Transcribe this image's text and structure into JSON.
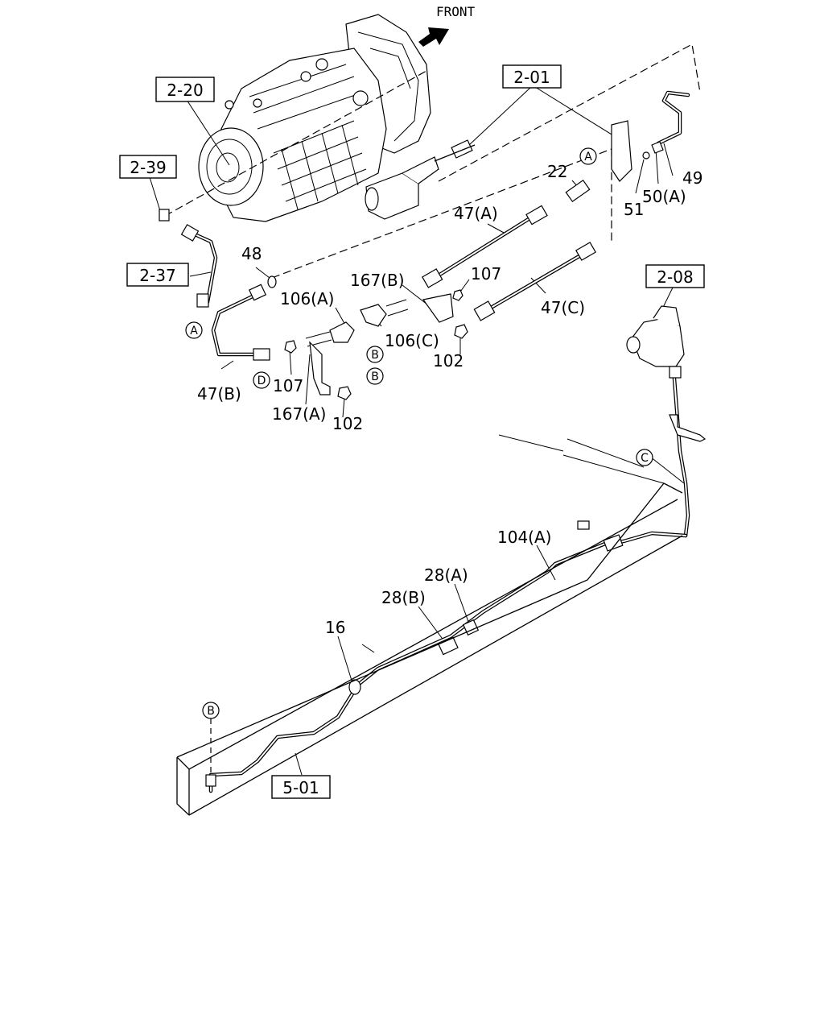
{
  "front_label": "FRONT",
  "ref_boxes": {
    "r2_20": "2-20",
    "r2_39": "2-39",
    "r2_37": "2-37",
    "r2_01": "2-01",
    "r2_08": "2-08",
    "r5_01": "5-01"
  },
  "part_labels": {
    "p22": "22",
    "p49": "49",
    "p50a": "50(A)",
    "p51": "51",
    "p47a": "47(A)",
    "p47b": "47(B)",
    "p47c": "47(C)",
    "p48": "48",
    "p167b": "167(B)",
    "p167a": "167(A)",
    "p107_top": "107",
    "p107_bot": "107",
    "p106a": "106(A)",
    "p106c": "106(C)",
    "p102_top": "102",
    "p102_bot": "102",
    "p104a": "104(A)",
    "p28a": "28(A)",
    "p28b": "28(B)",
    "p16": "16"
  },
  "connection_markers": {
    "a_top": "A",
    "a_left": "A",
    "b_1": "B",
    "b_2": "B",
    "b_frame": "B",
    "c": "C",
    "d": "D"
  }
}
